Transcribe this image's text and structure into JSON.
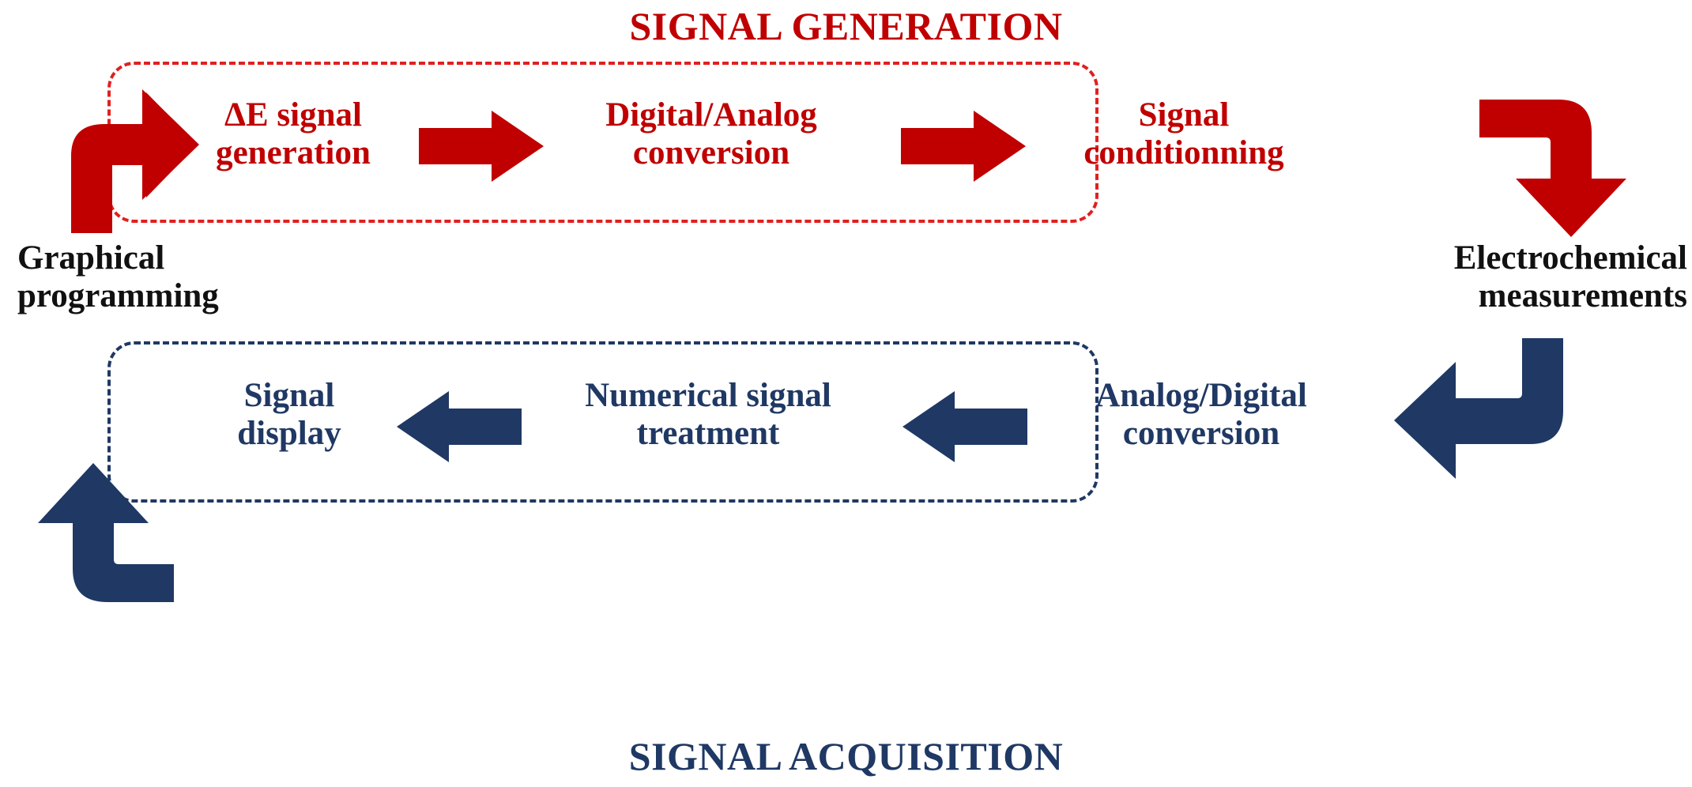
{
  "diagram": {
    "title_top": "SIGNAL GENERATION",
    "title_bottom": "SIGNAL ACQUISITION",
    "colors": {
      "red": "#C00000",
      "navy": "#1F3864",
      "black": "#111111",
      "background": "#FFFFFF"
    },
    "top_section": {
      "label": "SIGNAL GENERATION",
      "color": "#C00000",
      "border": "dashed",
      "nodes": [
        {
          "id": "de-signal-generation",
          "text": "ΔE signal\ngeneration"
        },
        {
          "id": "digital-analog-conversion",
          "text": "Digital/Analog\nconversion"
        },
        {
          "id": "signal-conditionning",
          "text": "Signal\nconditionning"
        }
      ],
      "arrows": [
        {
          "id": "elbow-in-top-left",
          "kind": "elbow-up-right",
          "color": "#C00000"
        },
        {
          "id": "arrow-gen-1",
          "kind": "straight-right",
          "color": "#C00000"
        },
        {
          "id": "arrow-gen-2",
          "kind": "straight-right",
          "color": "#C00000"
        },
        {
          "id": "elbow-out-top-right",
          "kind": "elbow-right-down",
          "color": "#C00000"
        }
      ]
    },
    "bottom_section": {
      "label": "SIGNAL ACQUISITION",
      "color": "#1F3864",
      "border": "dashed",
      "nodes": [
        {
          "id": "signal-display",
          "text": "Signal\ndisplay"
        },
        {
          "id": "numerical-signal-treatment",
          "text": "Numerical signal\ntreatment"
        },
        {
          "id": "analog-digital-conversion",
          "text": "Analog/Digital\nconversion"
        }
      ],
      "arrows": [
        {
          "id": "elbow-in-bottom-right",
          "kind": "elbow-down-left",
          "color": "#1F3864"
        },
        {
          "id": "arrow-acq-1",
          "kind": "straight-left",
          "color": "#1F3864"
        },
        {
          "id": "arrow-acq-2",
          "kind": "straight-left",
          "color": "#1F3864"
        },
        {
          "id": "elbow-out-bottom-left",
          "kind": "elbow-left-up",
          "color": "#1F3864"
        }
      ]
    },
    "side_labels": [
      {
        "id": "graphical-programming",
        "text": "Graphical\nprogramming",
        "align": "left"
      },
      {
        "id": "electrochemical-measurements",
        "text": "Electrochemical\nmeasurements",
        "align": "right"
      }
    ]
  }
}
